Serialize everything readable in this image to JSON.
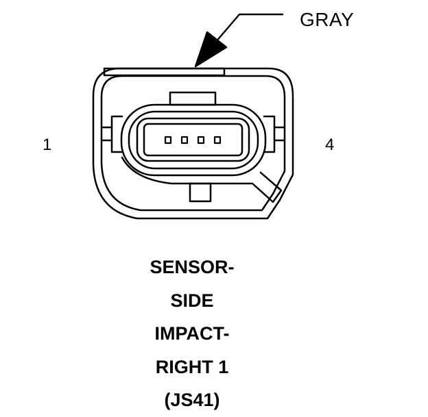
{
  "connector": {
    "color_label": "GRAY",
    "pin_left": "1",
    "pin_right": "4"
  },
  "caption": {
    "lines": [
      "SENSOR-",
      "SIDE",
      "IMPACT-",
      "RIGHT 1",
      "(JS41)"
    ]
  },
  "colors": {
    "stroke": "#000000",
    "background": "#ffffff"
  }
}
